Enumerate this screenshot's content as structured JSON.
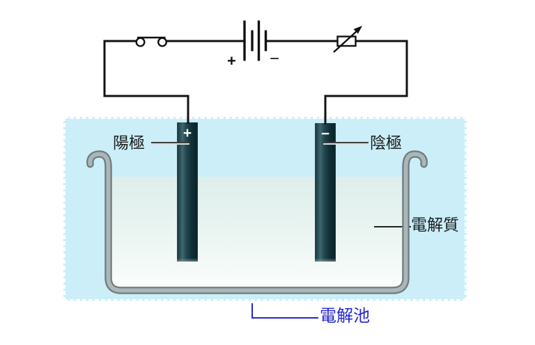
{
  "diagram": {
    "title": "electrolytic-cell",
    "labels": {
      "anode": "陽極",
      "cathode": "陰極",
      "electrolyte": "電解質",
      "cell": "電解池"
    },
    "signs": {
      "anode_electrode": "+",
      "cathode_electrode": "−",
      "battery_positive": "+",
      "battery_negative": "−"
    },
    "colors": {
      "cell_background": "#cbeef9",
      "water_top": "#deeeeb",
      "water_bottom": "#fbfdfc",
      "electrode_dark": "#0b262d",
      "electrode_light": "#3f666e",
      "beaker_gray": "#abb6b8",
      "beaker_edge": "#6f7b7d",
      "wire": "#111111",
      "cell_label_blue": "#2626cb"
    }
  }
}
